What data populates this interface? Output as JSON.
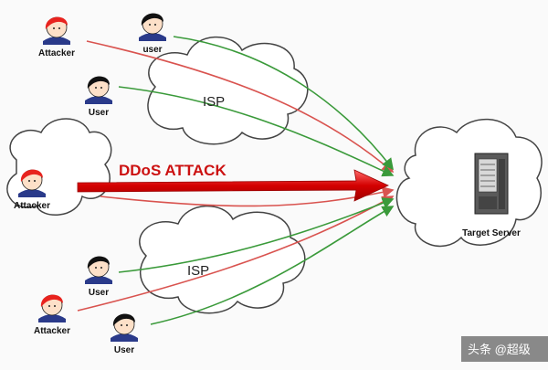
{
  "diagram": {
    "title": "DDoS ATTACK",
    "isp_label": "ISP",
    "target_label": "Target Server",
    "nodes": [
      {
        "role": "attacker",
        "label": "Attacker"
      },
      {
        "role": "user",
        "label": "user"
      },
      {
        "role": "user",
        "label": "User"
      },
      {
        "role": "attacker",
        "label": "Attacker"
      },
      {
        "role": "user",
        "label": "User"
      },
      {
        "role": "attacker",
        "label": "Attacker"
      },
      {
        "role": "user",
        "label": "User"
      }
    ],
    "watermark": "头条 @超级"
  },
  "colors": {
    "attacker": "#e8231e",
    "user": "#111111",
    "attack_line": "#d9534f",
    "user_line": "#3a9a3a",
    "cloud_stroke": "#444444",
    "big_arrow": "#d40000"
  }
}
